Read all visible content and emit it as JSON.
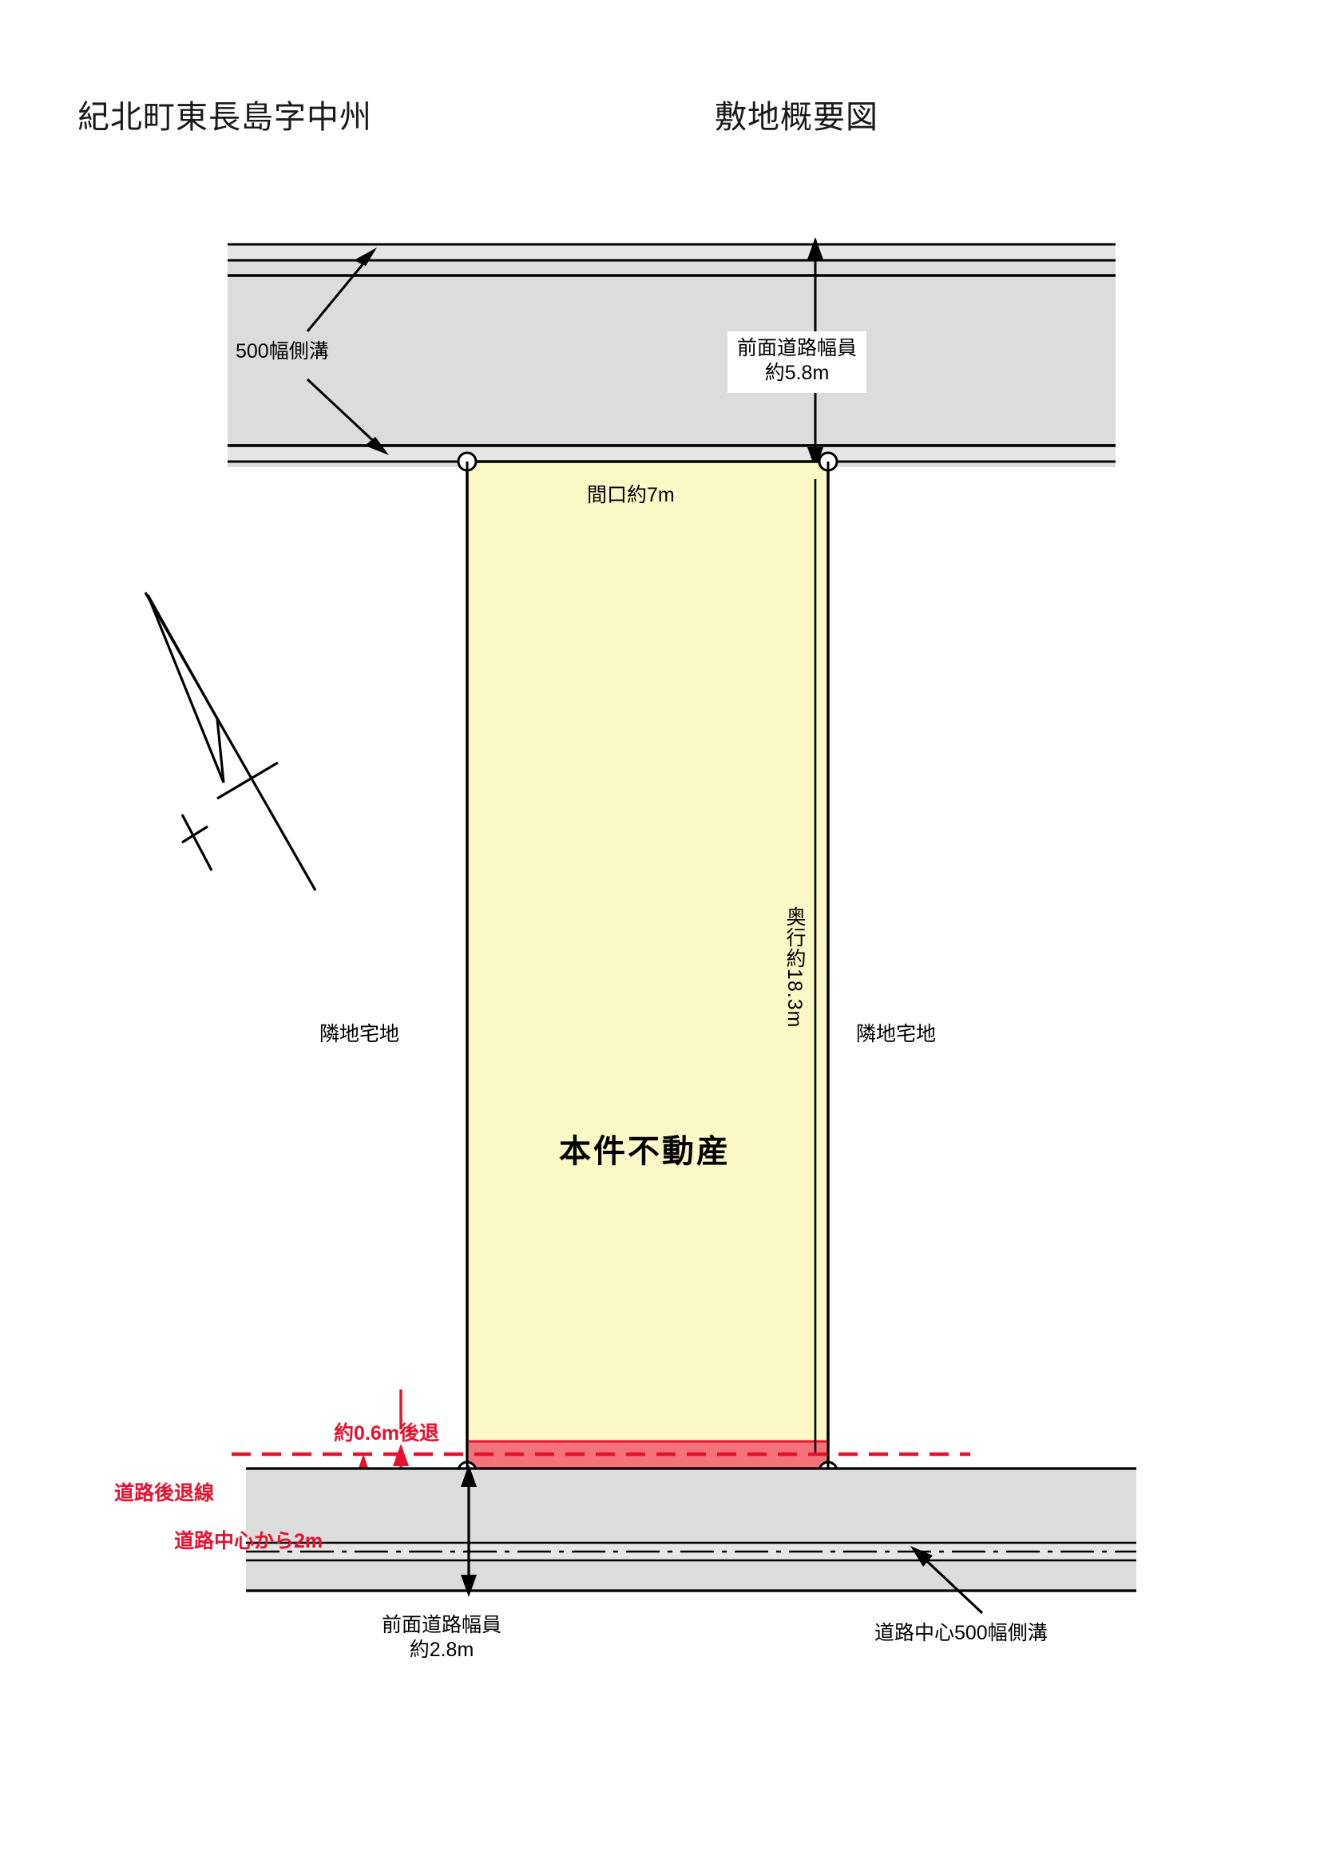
{
  "header": {
    "location_title": "紀北町東長島字中州",
    "drawing_title": "敷地概要図"
  },
  "labels": {
    "gutter_top": "500幅側溝",
    "road_width_top_line1": "前面道路幅員",
    "road_width_top_line2": "約5.8m",
    "frontage": "間口約7m",
    "depth": "奥行約18.3m",
    "neighbor_left": "隣地宅地",
    "neighbor_right": "隣地宅地",
    "subject_property": "本件不動産",
    "setback_amount": "約0.6m後退",
    "setback_line": "道路後退線",
    "from_road_center": "道路中心から2m",
    "road_width_bottom_line1": "前面道路幅員",
    "road_width_bottom_line2": "約2.8m",
    "gutter_bottom": "道路中心500幅側溝"
  },
  "colors": {
    "lot_fill": "#fbf8c6",
    "road_fill": "#dcdcdc",
    "setback_fill": "#f4737a",
    "red_accent": "#e8112d",
    "line": "#000000"
  },
  "figure": {
    "type": "site-plan",
    "frontage_m": 7,
    "depth_m": 18.3,
    "front_road_width_top_m": 5.8,
    "front_road_width_bottom_m": 2.8,
    "setback_m": 0.6,
    "road_center_offset_m": 2,
    "gutter_width_mm": 500
  }
}
